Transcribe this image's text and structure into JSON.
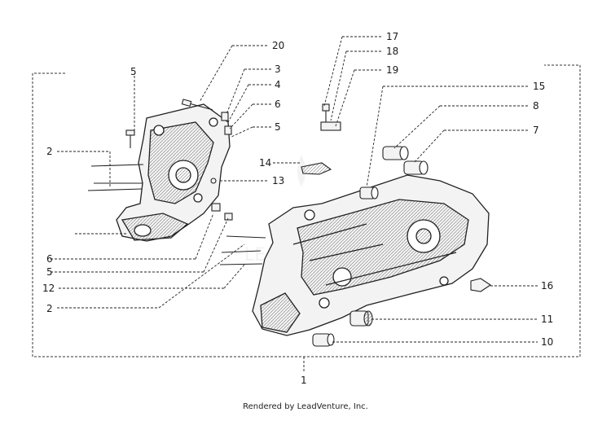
{
  "diagram": {
    "callouts": {
      "c1": "1",
      "c2a": "2",
      "c2b": "2",
      "c3": "3",
      "c4": "4",
      "c5a": "5",
      "c5b": "5",
      "c5c": "5",
      "c6a": "6",
      "c6b": "6",
      "c7": "7",
      "c8": "8",
      "c10": "10",
      "c11": "11",
      "c12": "12",
      "c13": "13",
      "c14": "14",
      "c15": "15",
      "c16": "16",
      "c17": "17",
      "c18": "18",
      "c19": "19",
      "c20": "20"
    },
    "watermark": "LEADVENTURE"
  },
  "footer": {
    "credit": "Rendered by LeadVenture, Inc."
  }
}
